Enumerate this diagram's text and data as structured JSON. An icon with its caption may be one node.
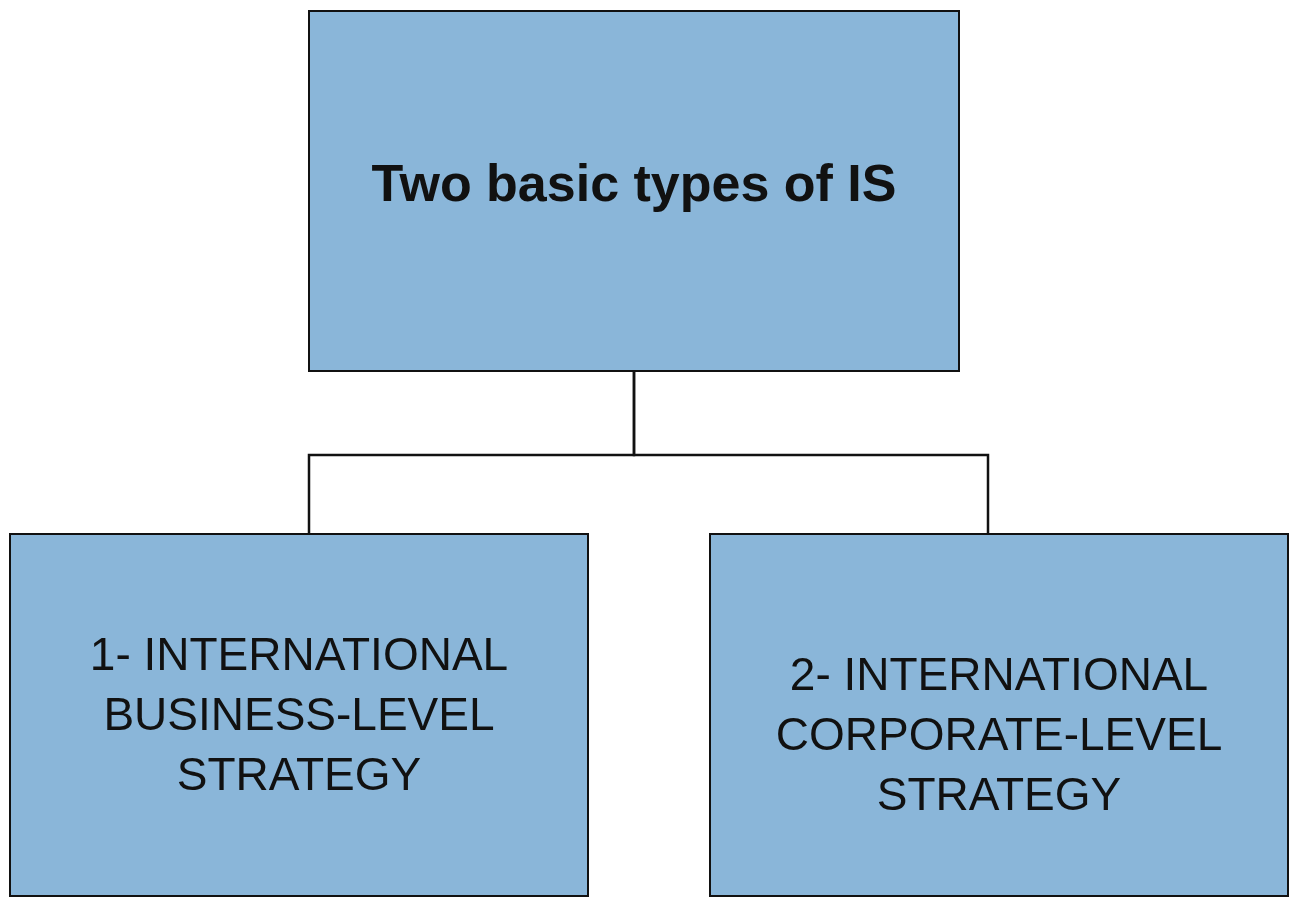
{
  "diagram": {
    "nodes": [
      {
        "text": [
          "Two basic types of IS"
        ]
      },
      {
        "text": [
          "1- INTERNATIONAL BUSINESS-LEVEL STRATEGY"
        ]
      },
      {
        "text": [
          "2- INTERNATIONAL CORPORATE-LEVEL STRATEGY"
        ]
      }
    ],
    "edges": [
      {
        "from": 0,
        "to": 1,
        "arrow": "none"
      },
      {
        "from": 0,
        "to": 2,
        "arrow": "none"
      }
    ]
  }
}
